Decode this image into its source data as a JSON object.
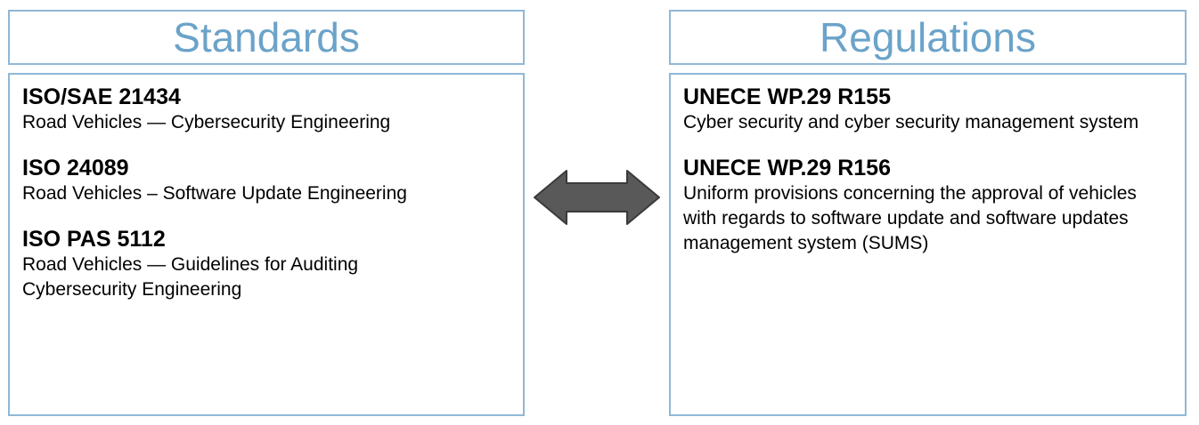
{
  "standards": {
    "title": "Standards",
    "items": [
      {
        "title": "ISO/SAE 21434",
        "description": "Road Vehicles — Cybersecurity Engineering"
      },
      {
        "title": "ISO 24089",
        "description": "Road Vehicles – Software Update Engineering"
      },
      {
        "title": "ISO PAS 5112",
        "description": "Road Vehicles — Guidelines for Auditing Cybersecurity Engineering"
      }
    ]
  },
  "regulations": {
    "title": "Regulations",
    "items": [
      {
        "title": "UNECE WP.29 R155",
        "description": "Cyber security and cyber security management system"
      },
      {
        "title": "UNECE WP.29 R156",
        "description": "Uniform provisions concerning the approval of vehicles with regards to software update and software updates management system (SUMS)"
      }
    ]
  },
  "colors": {
    "title_text": "#6ba3c9",
    "box_border": "#8fb8d6",
    "arrow_fill": "#595959",
    "arrow_stroke": "#3a3a3a"
  },
  "icons": {
    "connector": "double-headed-arrow-icon"
  }
}
